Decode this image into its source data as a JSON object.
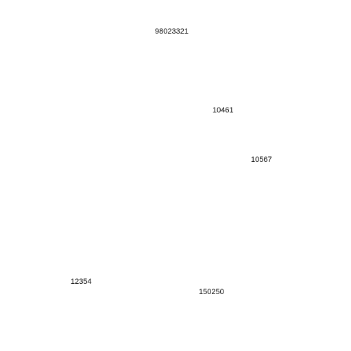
{
  "labels": [
    {
      "text": "98023321"
    },
    {
      "text": "10461"
    },
    {
      "text": "10567"
    },
    {
      "text": "12354"
    },
    {
      "text": "150250"
    }
  ],
  "colors": {
    "background": "#ffffff",
    "text": "#000000"
  }
}
